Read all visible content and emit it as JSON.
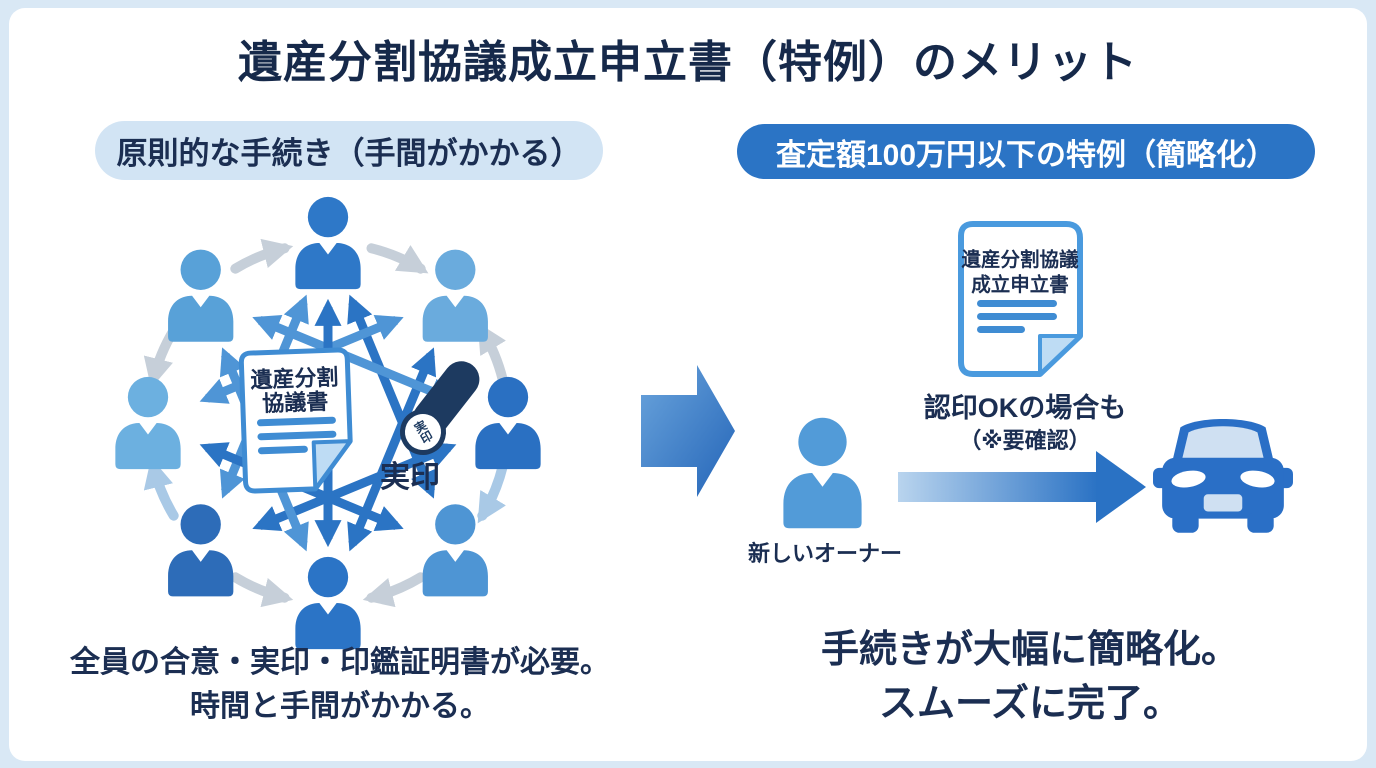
{
  "title": "遺産分割協議成立申立書（特例）のメリット",
  "left_section": {
    "header": "原則的な手続き（手間がかかる）",
    "document": {
      "title_line1": "遺産分割",
      "title_line2": "協議書"
    },
    "stamp_label": "実印",
    "stamp_face_text": "実印",
    "caption_line1": "全員の合意・実印・印鑑証明書が必要。",
    "caption_line2": "時間と手間がかかる。"
  },
  "right_section": {
    "header": "査定額100万円以下の特例（簡略化）",
    "document": {
      "title_line1": "遺産分割協議",
      "title_line2": "成立申立書"
    },
    "note_line1": "認印OKの場合も",
    "note_line2": "（※要確認）",
    "owner_label": "新しいオーナー",
    "caption_line1": "手続きが大幅に簡略化。",
    "caption_line2": "スムーズに完了。"
  },
  "network": {
    "people": [
      {
        "position": "top",
        "color": "#2e78c8"
      },
      {
        "position": "top-right",
        "color": "#6aabdd"
      },
      {
        "position": "right",
        "color": "#2a70c2"
      },
      {
        "position": "bottom-right",
        "color": "#4e95d4"
      },
      {
        "position": "bottom",
        "color": "#2b74c6"
      },
      {
        "position": "bottom-left",
        "color": "#2d6cb8"
      },
      {
        "position": "left",
        "color": "#6cb0e0"
      },
      {
        "position": "top-left",
        "color": "#58a1d8"
      }
    ],
    "inner_links": [
      [
        0,
        3
      ],
      [
        0,
        5
      ],
      [
        1,
        4
      ],
      [
        1,
        6
      ],
      [
        2,
        5
      ],
      [
        2,
        7
      ],
      [
        3,
        6
      ],
      [
        4,
        7
      ],
      [
        0,
        4
      ]
    ],
    "outer_arc_colors": [
      "gray",
      "gray",
      "lightblue",
      "gray",
      "gray",
      "lightblue",
      "gray",
      "gray"
    ],
    "outer_arc_dirs": [
      "cw",
      "ccw",
      "cw",
      "cw",
      "ccw",
      "cw",
      "ccw",
      "cw"
    ]
  },
  "colors": {
    "background_frame": "#d9e8f5",
    "panel": "#ffffff",
    "navy_text": "#1b2e52",
    "pill_left_bg": "#d2e4f4",
    "pill_right_bg": "#2b74c5",
    "doc_border": "#3f8cd3",
    "doc_fold": "#bedcf4",
    "stamp_navy": "#1d3a60",
    "arrow_blue": "#2b74c4",
    "arrow_blue_light": "#4f95d6",
    "arc_gray": "#c6cfd9",
    "arc_lightblue": "#a9c9e6",
    "owner_blue": "#529bd8",
    "car_blue": "#2a6fc6",
    "big_arrow_from": "#6aa4dc",
    "big_arrow_to": "#2465b8",
    "h_arrow_from": "#b9d4ee",
    "h_arrow_to": "#2a72c4"
  }
}
